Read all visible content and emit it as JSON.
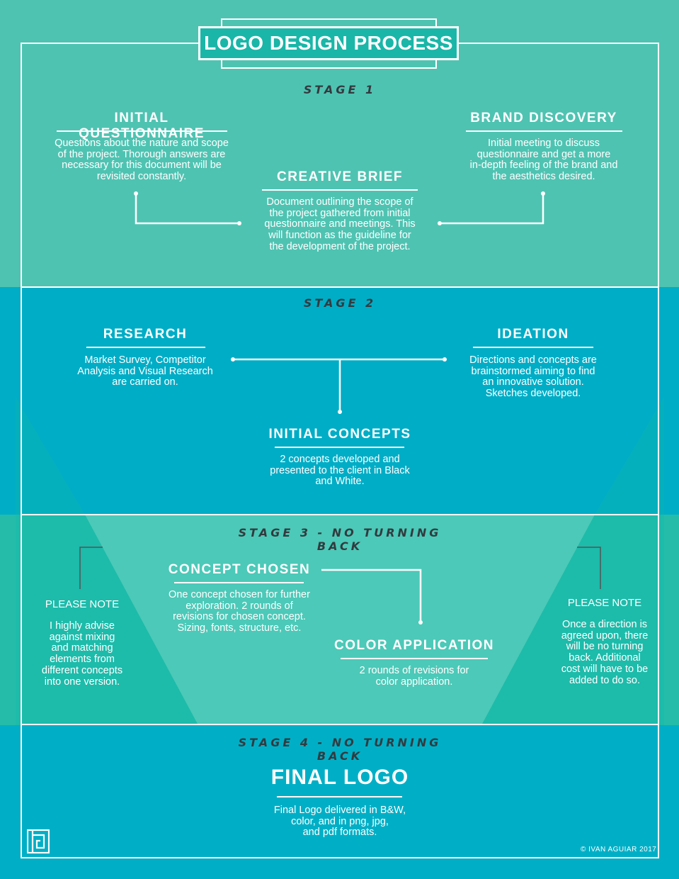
{
  "title": "LOGO DESIGN PROCESS",
  "stages": {
    "s1": "STAGE 1",
    "s2": "STAGE 2",
    "s3": "STAGE 3 - NO TURNING BACK",
    "s4": "STAGE 4 - NO TURNING BACK"
  },
  "initial_questionnaire": {
    "heading": "INITIAL QUESTIONNAIRE",
    "lines": [
      "Questions about the nature and scope",
      "of the project. Thorough answers are",
      "necessary for this document will be",
      "revisited constantly."
    ]
  },
  "brand_discovery": {
    "heading": "BRAND DISCOVERY",
    "lines": [
      "Initial meeting to discuss",
      "questionnaire and get a more",
      "in-depth feeling of the brand and",
      "the aesthetics desired."
    ]
  },
  "creative_brief": {
    "heading": "CREATIVE BRIEF",
    "lines": [
      "Document outlining the scope of",
      "the project gathered from initial",
      "questionnaire and meetings. This",
      "will function as the guideline for",
      "the development of the project."
    ]
  },
  "research": {
    "heading": "RESEARCH",
    "lines": [
      "Market Survey, Competitor",
      "Analysis and Visual Research",
      "are carried on."
    ]
  },
  "ideation": {
    "heading": "IDEATION",
    "lines": [
      "Directions and concepts are",
      "brainstormed aiming to find",
      "an innovative solution.",
      "Sketches developed."
    ]
  },
  "initial_concepts": {
    "heading": "INITIAL CONCEPTS",
    "lines": [
      "2 concepts developed and",
      "presented to the client in Black",
      "and White."
    ]
  },
  "concept_chosen": {
    "heading": "CONCEPT CHOSEN",
    "lines": [
      "One concept chosen for further",
      "exploration. 2 rounds of",
      "revisions for chosen concept.",
      "Sizing, fonts, structure, etc."
    ]
  },
  "color_application": {
    "heading": "COLOR APPLICATION",
    "lines": [
      "2 rounds of revisions for",
      "color application."
    ]
  },
  "note_left": {
    "title": "PLEASE NOTE",
    "lines": [
      "I highly advise",
      "against mixing",
      "and matching",
      "elements from",
      "different concepts",
      "into one version."
    ]
  },
  "note_right": {
    "title": "PLEASE NOTE",
    "lines": [
      "Once a direction is",
      "agreed upon, there",
      "will be no turning",
      "back. Additional",
      "cost will have to be",
      "added to do so."
    ]
  },
  "final_logo": {
    "heading": "FINAL LOGO",
    "lines": [
      "Final Logo delivered in B&W,",
      "color, and in png, jpg,",
      "and pdf formats."
    ]
  },
  "credit": "© IVAN AGUIAR 2017",
  "logo_mark": "IA monogram",
  "colors": {
    "stage1_bg": "#4fc3b2",
    "stage2_bg": "#00adc6",
    "stage3_bg": "#25bda9",
    "stage4_bg": "#00afc6",
    "stage_label": "#333a3f",
    "lines": "#ffffff"
  }
}
